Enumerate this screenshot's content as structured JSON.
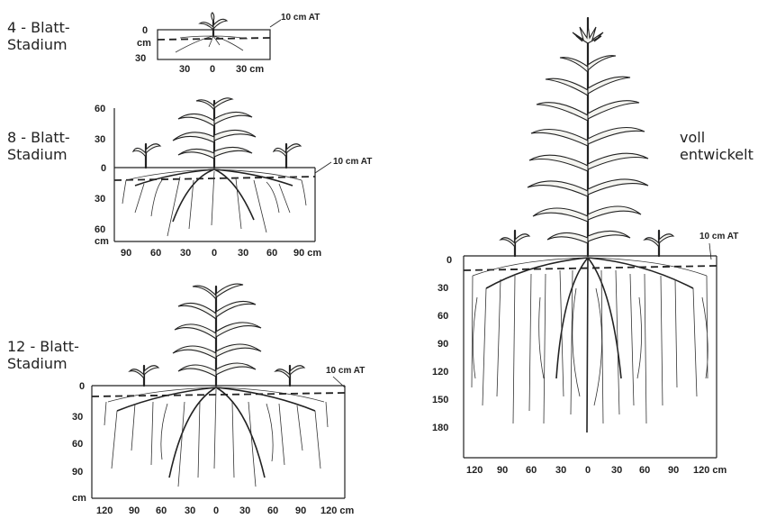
{
  "panels": [
    {
      "id": "p4",
      "stage_label": [
        "4 - Blatt-",
        "Stadium"
      ],
      "at_label": "10 cm AT",
      "depth_ticks": [
        "0",
        "cm",
        "30"
      ],
      "width_ticks": [
        "30",
        "0",
        "30 cm"
      ]
    },
    {
      "id": "p8",
      "stage_label": [
        "8 - Blatt-",
        "Stadium"
      ],
      "at_label": "10 cm AT",
      "height_ticks": [
        "60",
        "30",
        "0"
      ],
      "depth_ticks": [
        "30",
        "60",
        "cm"
      ],
      "width_ticks": [
        "90",
        "60",
        "30",
        "0",
        "30",
        "60",
        "90 cm"
      ]
    },
    {
      "id": "p12",
      "stage_label": [
        "12 - Blatt-",
        "Stadium"
      ],
      "at_label": "10 cm AT",
      "depth_ticks": [
        "0",
        "30",
        "60",
        "90",
        "cm"
      ],
      "width_ticks": [
        "120",
        "90",
        "60",
        "30",
        "0",
        "30",
        "60",
        "90",
        "120 cm"
      ]
    },
    {
      "id": "pfull",
      "stage_label": [
        "voll",
        "entwickelt"
      ],
      "at_label": "10 cm AT",
      "depth_ticks": [
        "0",
        "30",
        "60",
        "90",
        "120",
        "150",
        "180"
      ],
      "width_ticks": [
        "120",
        "90",
        "60",
        "30",
        "0",
        "30",
        "60",
        "90",
        "120 cm"
      ]
    }
  ]
}
